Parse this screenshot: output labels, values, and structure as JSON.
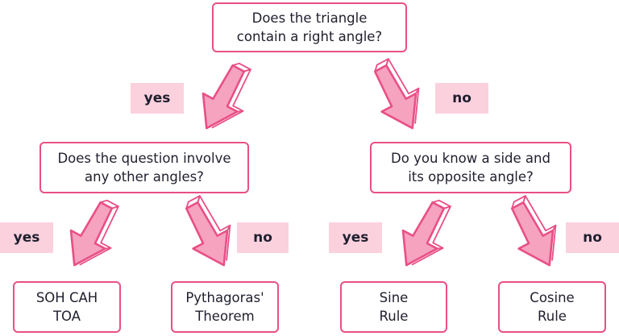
{
  "nodes": {
    "root": "Does the triangle\ncontain a right angle?",
    "other_angles": "Does the question involve\nany other angles?",
    "side_opposite": "Do you know a side and\nits opposite angle?",
    "soh_cah_toa": "SOH CAH\nTOA",
    "pythagoras": "Pythagoras'\nTheorem",
    "sine_rule": "Sine\nRule",
    "cosine_rule": "Cosine\nRule"
  },
  "labels": {
    "root_yes": "yes",
    "root_no": "no",
    "other_yes": "yes",
    "other_no": "no",
    "side_yes": "yes",
    "side_no": "no"
  },
  "colors": {
    "border": "#e94f86",
    "arrow_fill": "#f5a3bf",
    "label_bg": "#fcd1de",
    "text": "#1f1f2e"
  }
}
